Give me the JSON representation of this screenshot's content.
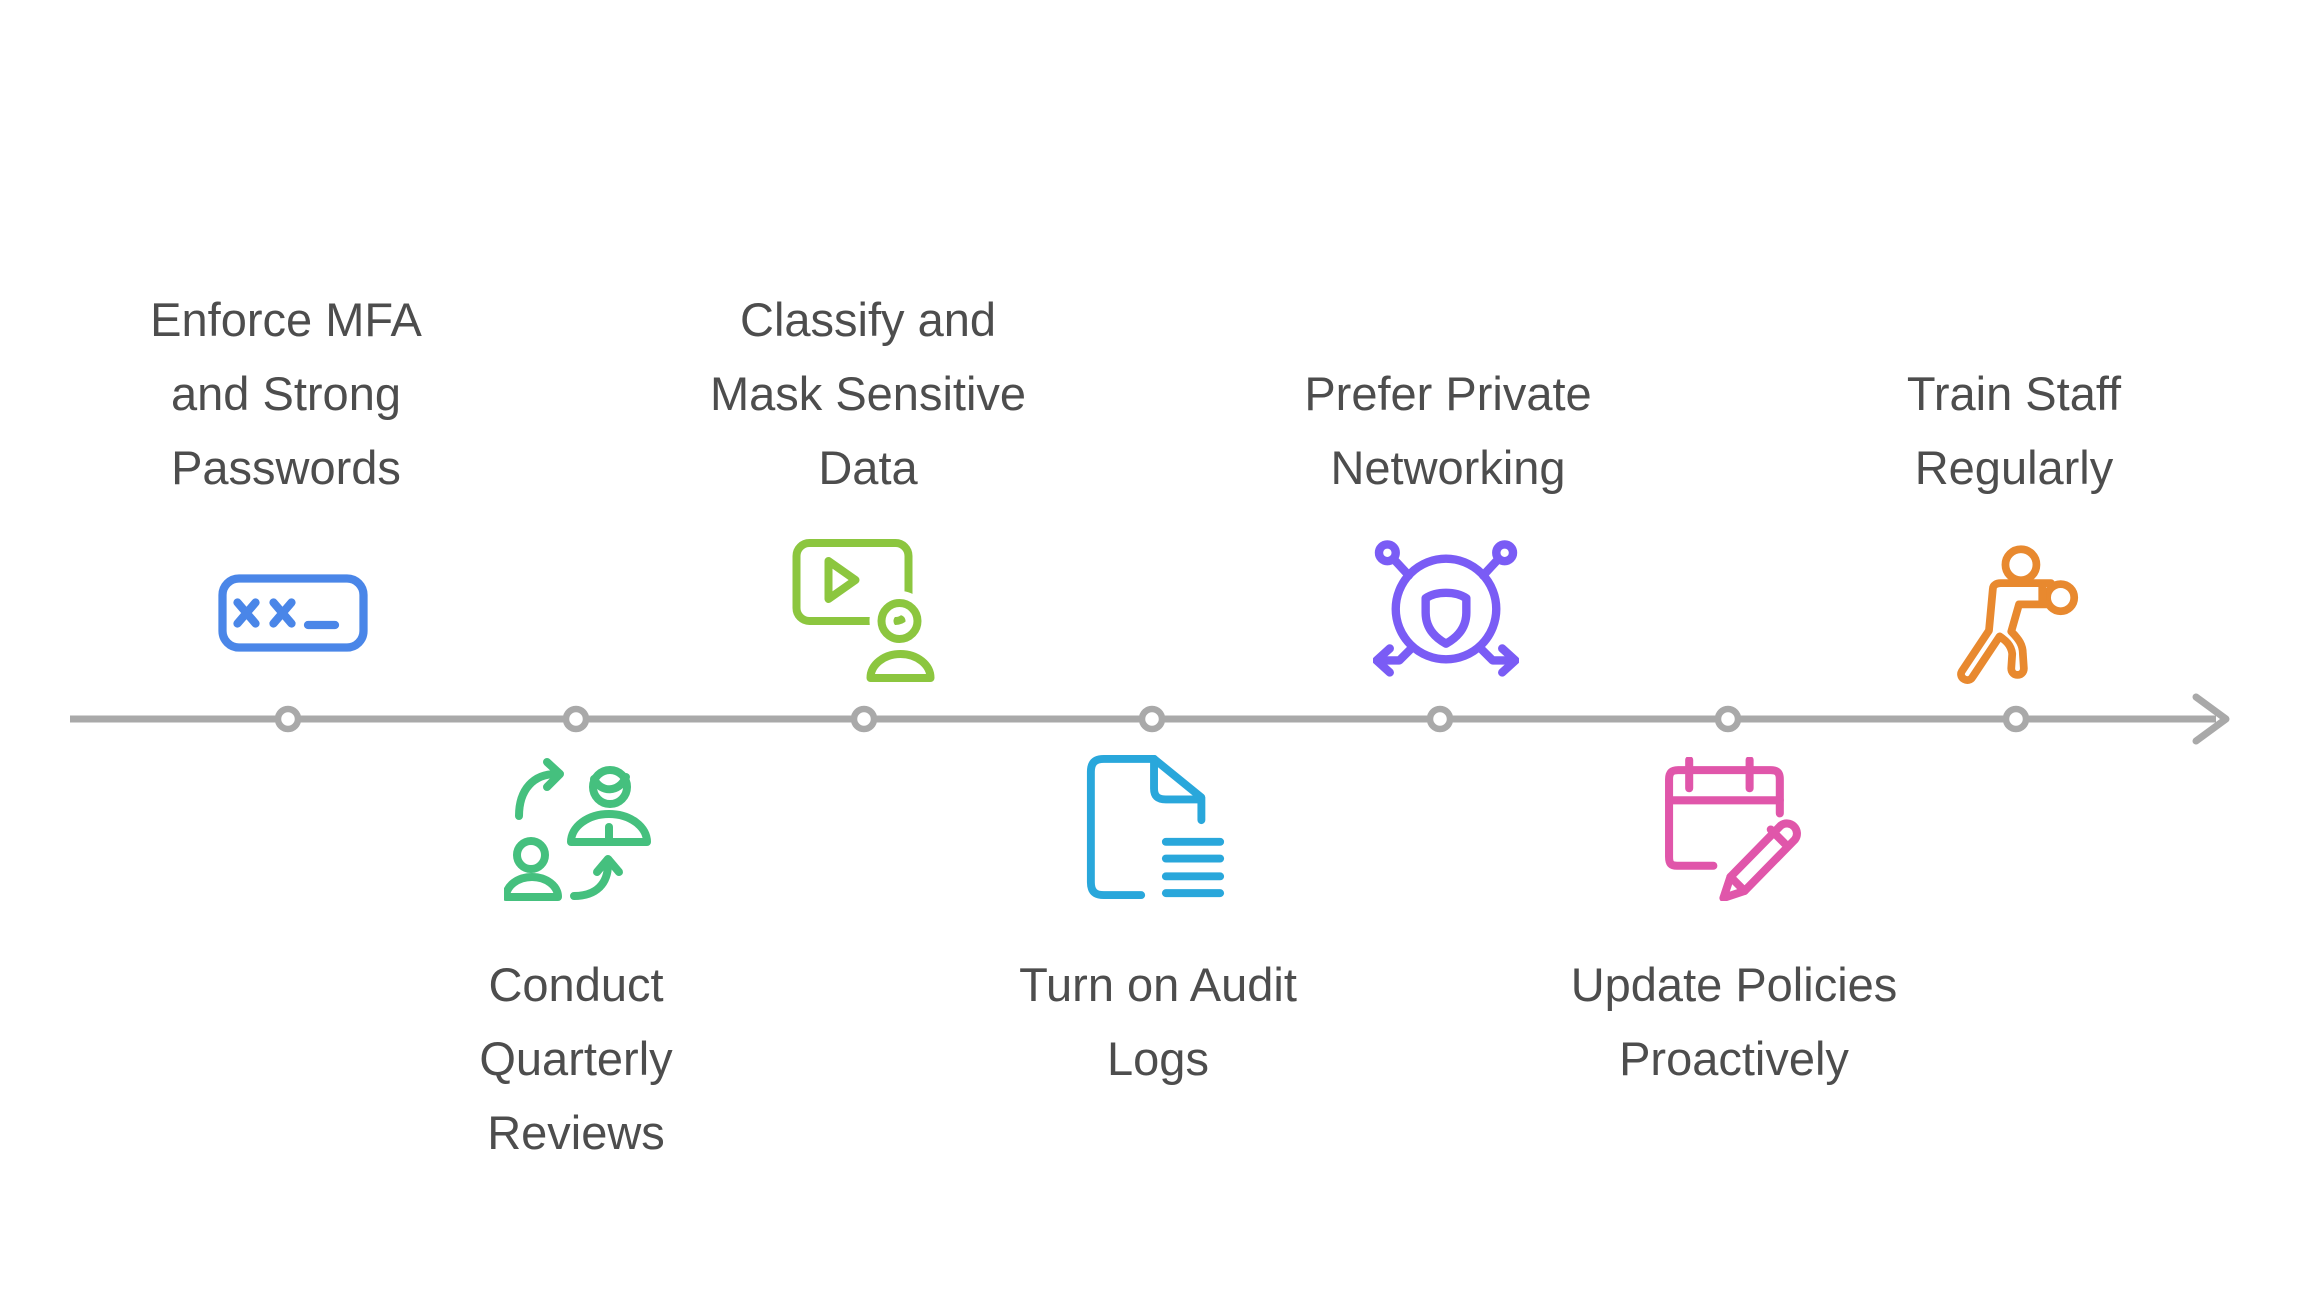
{
  "diagram": {
    "type": "timeline",
    "direction": "left-to-right",
    "line_color": "#a9a9a9",
    "node_fill": "#ffffff",
    "text_color": "#4d4d4d",
    "background": "#ffffff"
  },
  "items": [
    {
      "label": "Enforce MFA\nand Strong\nPasswords",
      "side": "above",
      "icon": "password-field-icon",
      "color": "#4a86e8"
    },
    {
      "label": "Conduct\nQuarterly\nReviews",
      "side": "below",
      "icon": "people-exchange-icon",
      "color": "#45c07e"
    },
    {
      "label": "Classify and\nMask Sensitive\nData",
      "side": "above",
      "icon": "video-presenter-icon",
      "color": "#8cc63f"
    },
    {
      "label": "Turn on Audit\nLogs",
      "side": "below",
      "icon": "audit-document-icon",
      "color": "#29a7db"
    },
    {
      "label": "Prefer Private\nNetworking",
      "side": "above",
      "icon": "shield-network-icon",
      "color": "#7a5cf5"
    },
    {
      "label": "Update Policies\nProactively",
      "side": "below",
      "icon": "calendar-edit-icon",
      "color": "#e056aa"
    },
    {
      "label": "Train Staff\nRegularly",
      "side": "above",
      "icon": "training-staff-icon",
      "color": "#e8892f"
    }
  ]
}
